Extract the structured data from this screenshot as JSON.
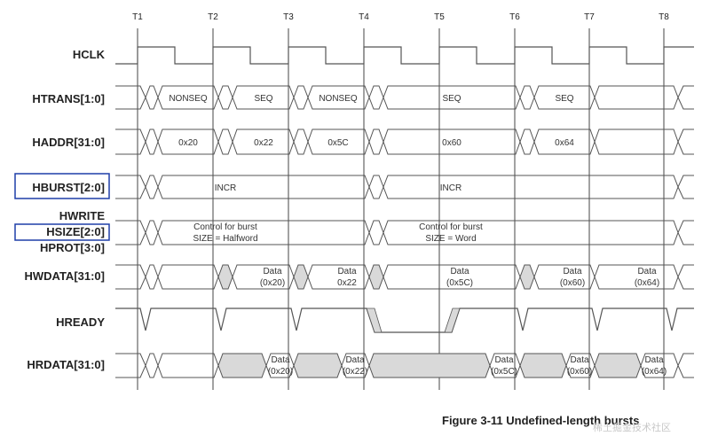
{
  "figure": {
    "caption": "Figure 3-11 Undefined-length bursts",
    "watermark": "稀土掘金技术社区"
  },
  "time_markers": [
    "T1",
    "T2",
    "T3",
    "T4",
    "T5",
    "T6",
    "T7",
    "T8"
  ],
  "signals": {
    "hclk": {
      "label": "HCLK"
    },
    "htrans": {
      "label": "HTRANS[1:0]",
      "values": [
        "NONSEQ",
        "SEQ",
        "NONSEQ",
        "SEQ",
        "SEQ"
      ]
    },
    "haddr": {
      "label": "HADDR[31:0]",
      "values": [
        "0x20",
        "0x22",
        "0x5C",
        "0x60",
        "0x64"
      ]
    },
    "hburst": {
      "label": "HBURST[2:0]",
      "values": [
        "INCR",
        "INCR"
      ]
    },
    "control": {
      "label_lines": [
        "HWRITE",
        "HSIZE[2:0]",
        "HPROT[3:0]"
      ],
      "values": [
        [
          "Control for burst",
          "SIZE = Halfword"
        ],
        [
          "Control for burst",
          "SIZE = Word"
        ]
      ]
    },
    "hwdata": {
      "label": "HWDATA[31:0]",
      "values": [
        [
          "Data",
          "(0x20)"
        ],
        [
          "Data",
          "0x22"
        ],
        [
          "Data",
          "(0x5C)"
        ],
        [
          "Data",
          "(0x60)"
        ],
        [
          "Data",
          "(0x64)"
        ]
      ]
    },
    "hready": {
      "label": "HREADY"
    },
    "hrdata": {
      "label": "HRDATA[31:0]",
      "values": [
        [
          "Data",
          "(0x20)"
        ],
        [
          "Data",
          "(0x22)"
        ],
        [
          "Data",
          "(0x5C)"
        ],
        [
          "Data",
          "(0x60)"
        ],
        [
          "Data",
          "(0x64)"
        ]
      ]
    }
  },
  "colors": {
    "line": "#555555",
    "grid": "#444444",
    "fill": "#d9d9d9",
    "highlight_box": "#1f3ea8"
  }
}
